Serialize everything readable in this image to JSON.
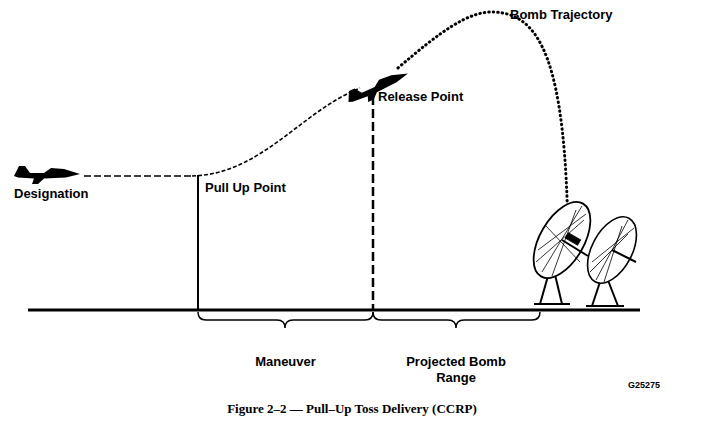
{
  "diagram": {
    "caption": "Figure 2–2 — Pull–Up Toss Delivery (CCRP)",
    "labels": [
      "Bomb Trajectory",
      "Release Point",
      "Designation",
      "Pull Up Point",
      "Maneuver",
      "Projected Bomb Range",
      "G25275"
    ]
  }
}
